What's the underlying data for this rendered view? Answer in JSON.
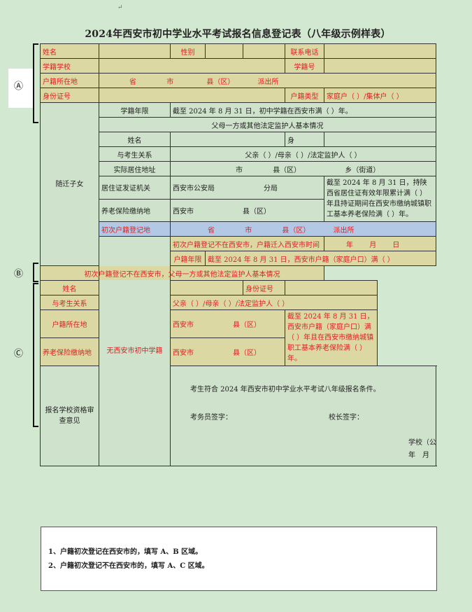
{
  "title": "2024年西安市初中学业水平考试报名信息登记表（八年级示例样表）",
  "sections": {
    "a": "Ⓐ",
    "b": "Ⓑ",
    "c": "Ⓒ"
  },
  "marks": {
    "para": "↵",
    "cell": ".."
  },
  "rows": {
    "name": "姓名",
    "gender": "性别",
    "phone": "联系电话",
    "school": "学籍学校",
    "school_no": "学籍号",
    "huji_loc": "户籍所在地",
    "prov": "省",
    "city": "市",
    "county": "县（区）",
    "police": "派出所",
    "id_no": "身份证号",
    "huji_type": "户籍类型",
    "huji_type_val": "家庭户（ ）/集体户（ ）",
    "migrant": "随迁子女",
    "xueji_years": "学籍年限",
    "xueji_years_val": "截至 2024 年 8 月 31 日，初中学籍在西安市满（ ）年。",
    "guardian_info": "父母一方或其他法定监护人基本情况",
    "g_name": "姓名",
    "g_id": "身",
    "relation": "与考生关系",
    "relation_val": "父亲（ ）/母亲（ ）/法定监护人（ ）",
    "residence": "实际居住地址",
    "res_city": "市",
    "res_county": "县（区）",
    "res_town": "乡（街道）",
    "permit": "居住证发证机关",
    "permit_val": "西安市公安局",
    "branch": "分局",
    "permit_note": "截至 2024 年 8 月 31 日，持陕西省居住证有效年限累计满（ ）年且持证期间在西安市缴纳城镇职工基本养老保险满（ ）年。",
    "pension": "养老保险缴纳地",
    "pension_city": "西安市",
    "pension_county": "县（区）",
    "first_huji": "初次户籍登记地",
    "no_xueji": "无西安市初中学籍",
    "first_not_xa": "初次户籍登记不在西安市，户籍迁入西安市时间",
    "year": "年",
    "month": "月",
    "day": "日",
    "huji_years": "户籍年限",
    "huji_years_val": "截至 2024 年 8 月 31 日，西安市户籍（家庭户口）满（ ）",
    "guardian_info2": "初次户籍登记不在西安市，父母一方或其他法定监护人基本情况",
    "c_name": "姓名",
    "c_id": "身份证号",
    "c_relation": "与考生关系",
    "c_relation_val": "父亲（ ）/母亲（ ）/法定监护人（ ）",
    "c_huji": "户籍所在地",
    "c_huji_city": "西安市",
    "c_huji_county": "县（区）",
    "c_note": "截至 2024 年 8 月 31 日，西安市户籍（家庭户口）满（ ）年且在西安市缴纳城镇职工基本养老保险满（ ）年。",
    "c_pension": "养老保险缴纳地",
    "c_pension_city": "西安市",
    "c_pension_county": "县（区）",
    "review": "报名学校资格审查意见",
    "review_text": "考生符合 2024 年西安市初中学业水平考试八年级报名条件。",
    "examiner": "考务员签字：",
    "principal": "校长签字：",
    "seal": "学校（公章）",
    "date": "年　月　日"
  },
  "notes": [
    "1、户籍初次登记在西安市的，填写 A、B 区域。",
    "2、户籍初次登记不在西安市的，填写 A、C 区域。"
  ]
}
